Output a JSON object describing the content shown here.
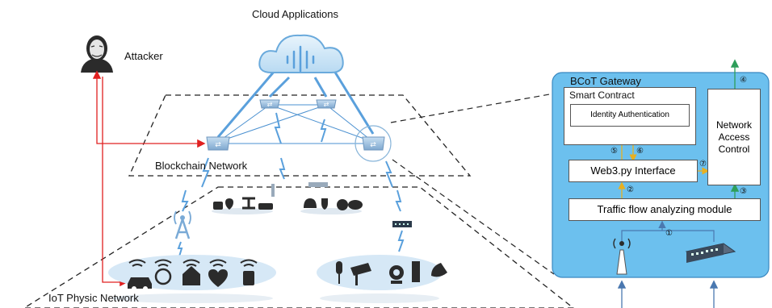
{
  "labels": {
    "cloud": "Cloud Applications",
    "attacker": "Attacker",
    "blockchain": "Blockchain Network",
    "iot": "IoT Physic Network"
  },
  "gateway": {
    "title": "BCoT Gateway",
    "smart_contract": "Smart Contract",
    "identity_auth": "Identity Authentication",
    "web3": "Web3.py Interface",
    "traffic": "Traffic flow analyzing module",
    "nac": "Network\nAccess\nControl",
    "steps": [
      "①",
      "②",
      "③",
      "④",
      "⑤",
      "⑥",
      "⑦"
    ]
  },
  "colors": {
    "gateway_bg": "#6cc0ee",
    "attack_arrow": "#e02020",
    "access_arrow": "#2e9e5a",
    "contract_arrow": "#e8b020",
    "link": "#4a90d0",
    "cluster": "#d6e8f6"
  }
}
